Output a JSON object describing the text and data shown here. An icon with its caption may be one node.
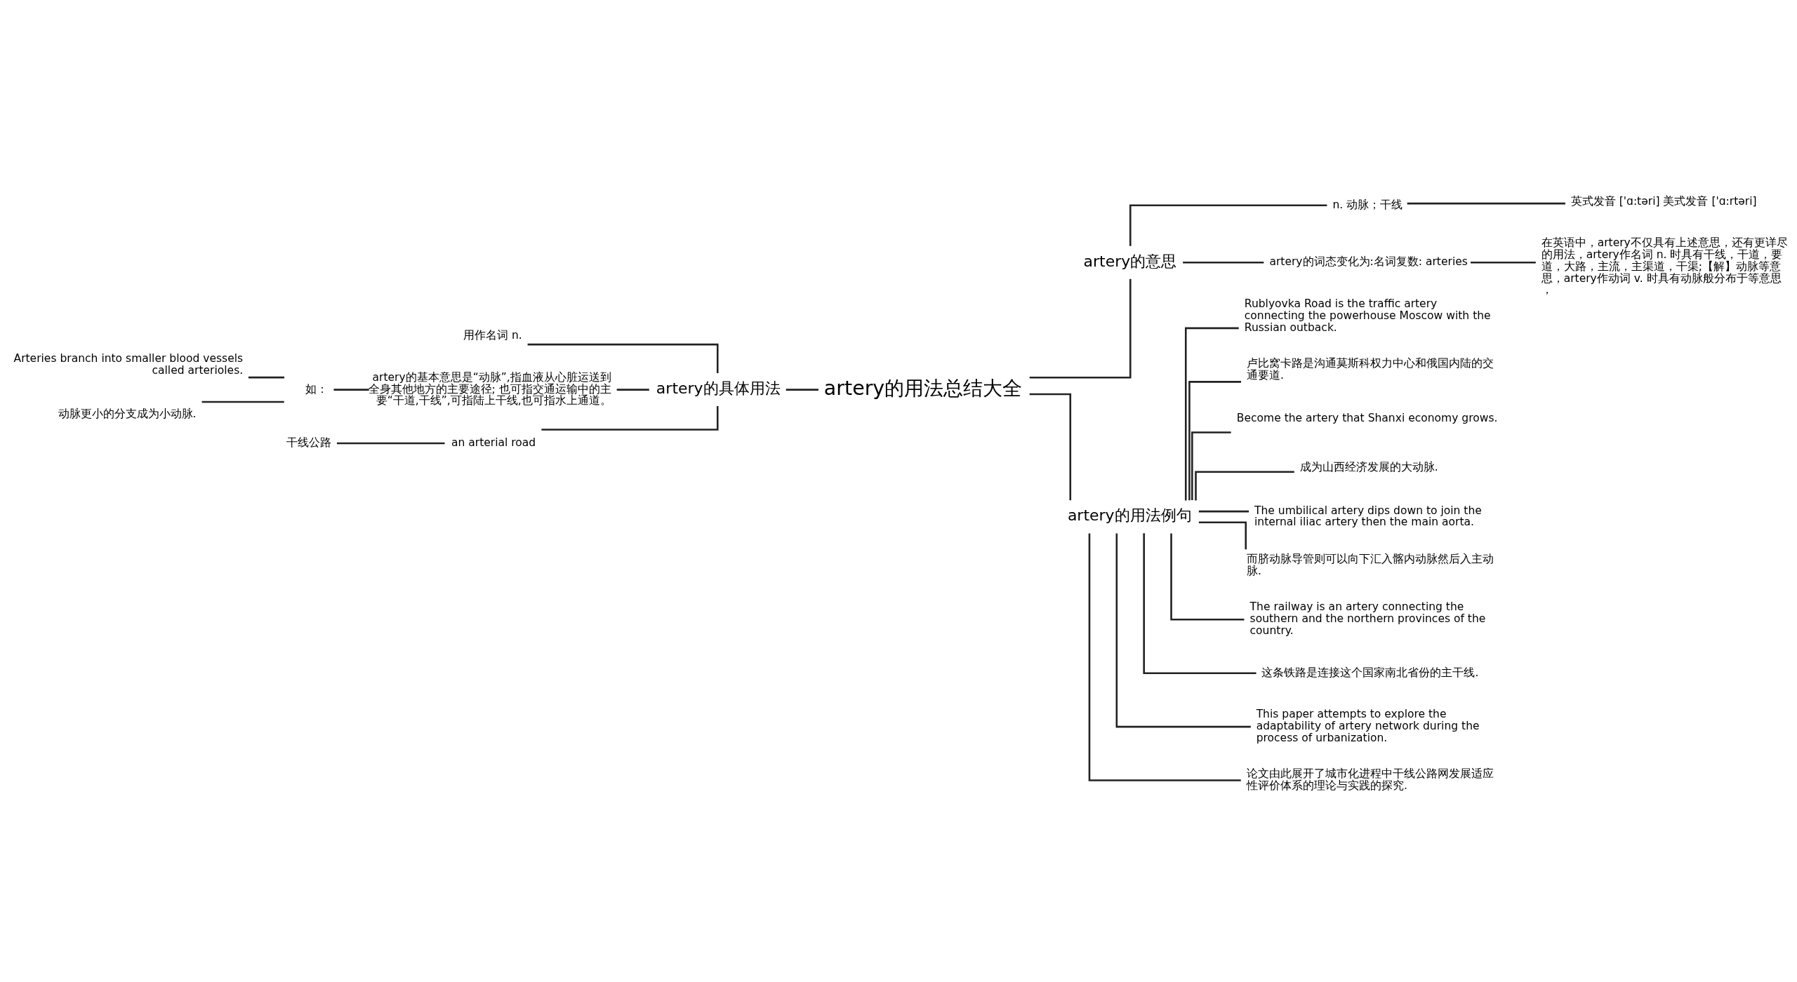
{
  "diagram": {
    "nodes": [
      {
        "text": [
          "artery的用法总结大全"
        ]
      },
      {
        "text": [
          "artery的具体用法"
        ]
      },
      {
        "text": [
          "用作名词 n."
        ]
      },
      {
        "text": [
          "artery的基本意思是“动脉”,指血液从心脏运送到全身其他地方的主要途径; 也可指交通运输中的主要“干道,干线”,可指陆上干线,也可指水上通道。"
        ]
      },
      {
        "text": [
          "如："
        ]
      },
      {
        "text": [
          "Arteries branch into smaller blood vessels called arterioles."
        ]
      },
      {
        "text": [
          "动脉更小的分支成为小动脉."
        ]
      },
      {
        "text": [
          "an arterial road"
        ]
      },
      {
        "text": [
          "干线公路"
        ]
      },
      {
        "text": [
          "artery的意思"
        ]
      },
      {
        "text": [
          "n. 动脉；干线"
        ]
      },
      {
        "text": [
          "英式发音 ['ɑ:təri] 美式发音 ['ɑ:rtəri]"
        ]
      },
      {
        "text": [
          "artery的词态变化为:名词复数: arteries"
        ]
      },
      {
        "text": [
          "在英语中，artery不仅具有上述意思，还有更详尽的用法，artery作名词 n. 时具有干线，干道，要道，大路，主流，主渠道，干渠;【解】动脉等意思，artery作动词 v. 时具有动脉般分布于等意思，"
        ]
      },
      {
        "text": [
          "artery的用法例句"
        ]
      },
      {
        "text": [
          "Rublyovka Road is the traffic artery connecting the powerhouse Moscow with the Russian outback."
        ]
      },
      {
        "text": [
          "卢比窝卡路是沟通莫斯科权力中心和俄国内陆的交通要道."
        ]
      },
      {
        "text": [
          "Become the artery that Shanxi economy grows."
        ]
      },
      {
        "text": [
          "成为山西经济发展的大动脉."
        ]
      },
      {
        "text": [
          "The umbilical artery dips down to join the internal iliac artery then the main aorta."
        ]
      },
      {
        "text": [
          "而脐动脉导管则可以向下汇入髂内动脉然后入主动脉."
        ]
      },
      {
        "text": [
          "The railway is an artery connecting the southern and the northern provinces of the country."
        ]
      },
      {
        "text": [
          "这条铁路是连接这个国家南北省份的主干线."
        ]
      },
      {
        "text": [
          "This paper attempts to explore the adaptability of artery network during the process of urbanization."
        ]
      },
      {
        "text": [
          "论文由此展开了城市化进程中干线公路网发展适应性评价体系的理论与实践的探究."
        ]
      }
    ],
    "edges": [
      {
        "from": 0,
        "to": 1,
        "arrow": "none"
      },
      {
        "from": 1,
        "to": 2,
        "arrow": "none"
      },
      {
        "from": 1,
        "to": 3,
        "arrow": "none"
      },
      {
        "from": 3,
        "to": 4,
        "arrow": "none"
      },
      {
        "from": 4,
        "to": 5,
        "arrow": "none"
      },
      {
        "from": 4,
        "to": 6,
        "arrow": "none"
      },
      {
        "from": 1,
        "to": 7,
        "arrow": "none"
      },
      {
        "from": 7,
        "to": 8,
        "arrow": "none"
      },
      {
        "from": 0,
        "to": 9,
        "arrow": "none"
      },
      {
        "from": 9,
        "to": 10,
        "arrow": "none"
      },
      {
        "from": 10,
        "to": 11,
        "arrow": "none"
      },
      {
        "from": 9,
        "to": 12,
        "arrow": "none"
      },
      {
        "from": 12,
        "to": 13,
        "arrow": "none"
      },
      {
        "from": 0,
        "to": 14,
        "arrow": "none"
      },
      {
        "from": 14,
        "to": 15,
        "arrow": "none"
      },
      {
        "from": 14,
        "to": 16,
        "arrow": "none"
      },
      {
        "from": 14,
        "to": 17,
        "arrow": "none"
      },
      {
        "from": 14,
        "to": 18,
        "arrow": "none"
      },
      {
        "from": 14,
        "to": 19,
        "arrow": "none"
      },
      {
        "from": 14,
        "to": 20,
        "arrow": "none"
      },
      {
        "from": 14,
        "to": 21,
        "arrow": "none"
      },
      {
        "from": 14,
        "to": 22,
        "arrow": "none"
      },
      {
        "from": 14,
        "to": 23,
        "arrow": "none"
      },
      {
        "from": 14,
        "to": 24,
        "arrow": "none"
      }
    ]
  }
}
